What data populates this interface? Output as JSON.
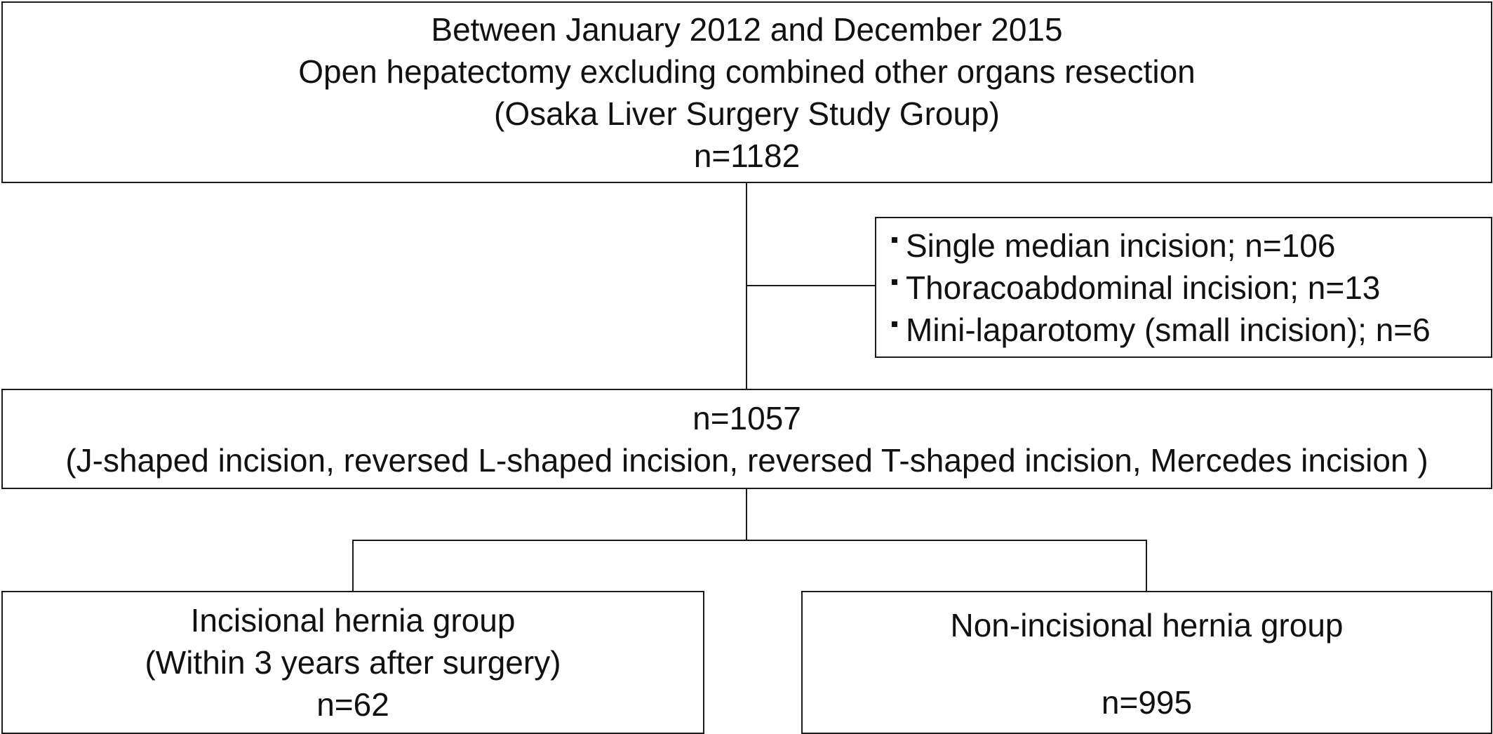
{
  "flowchart": {
    "top_box": {
      "lines": [
        "Between January 2012 and December 2015",
        "Open hepatectomy excluding combined other organs resection",
        "(Osaka Liver Surgery Study Group)",
        "n=1182"
      ]
    },
    "exclusion_box": {
      "items": [
        "Single median incision; n=106",
        "Thoracoabdominal incision; n=13",
        "Mini-laparotomy (small incision); n=6"
      ]
    },
    "middle_box": {
      "lines": [
        "n=1057",
        "(J-shaped incision, reversed L-shaped incision, reversed T-shaped incision, Mercedes incision )"
      ]
    },
    "left_group_box": {
      "lines": [
        "Incisional hernia group",
        "(Within 3 years after surgery)",
        "n=62"
      ]
    },
    "right_group_box": {
      "lines": [
        "Non-incisional hernia group",
        "n=995"
      ]
    }
  }
}
